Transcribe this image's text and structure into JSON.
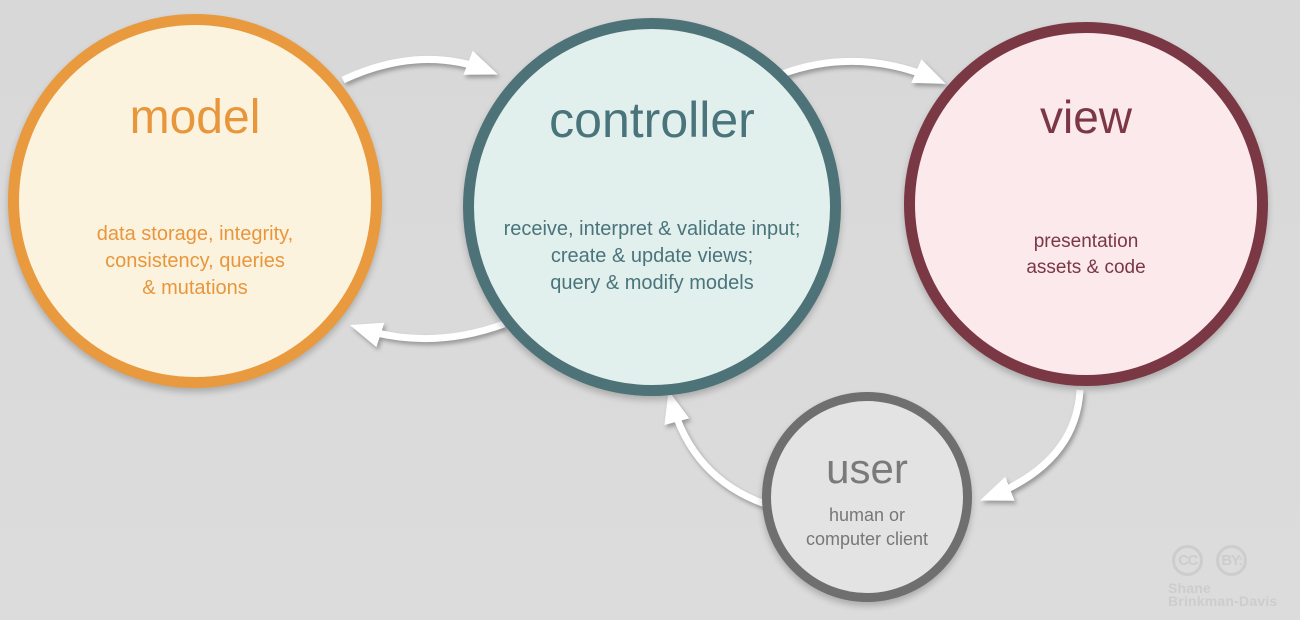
{
  "diagram_title": "MVC (model-view-controller) cycle diagram",
  "background_color": "#d9d9d9",
  "arrow_color": "#ffffff",
  "nodes": {
    "model": {
      "title": "model",
      "description": [
        "data storage, integrity,",
        "consistency, queries",
        "& mutations"
      ],
      "colors": {
        "border": "#e9993e",
        "fill": "#fcf3df",
        "text": "#e8963c"
      }
    },
    "controller": {
      "title": "controller",
      "description": [
        "receive, interpret & validate input;",
        "create & update views;",
        "query & modify models"
      ],
      "colors": {
        "border": "#4d7277",
        "fill": "#e2f0ed",
        "text": "#4a747b"
      }
    },
    "view": {
      "title": "view",
      "description": [
        "presentation",
        "assets & code"
      ],
      "colors": {
        "border": "#7a3744",
        "fill": "#fbe9ec",
        "text": "#7b3744"
      }
    },
    "user": {
      "title": "user",
      "description": [
        "human or",
        "computer client"
      ],
      "colors": {
        "border": "#6f6f6f",
        "fill": "#e3e3e3",
        "text": "#7a7a7a"
      }
    }
  },
  "flows": [
    "model to controller",
    "controller to view",
    "controller to model",
    "view to user",
    "user to controller"
  ],
  "attribution": {
    "cc_badge": "CC",
    "by_badge": "BY:",
    "name_line1": "Shane",
    "name_line2": "Brinkman-Davis",
    "color": "#cdcdcd"
  }
}
